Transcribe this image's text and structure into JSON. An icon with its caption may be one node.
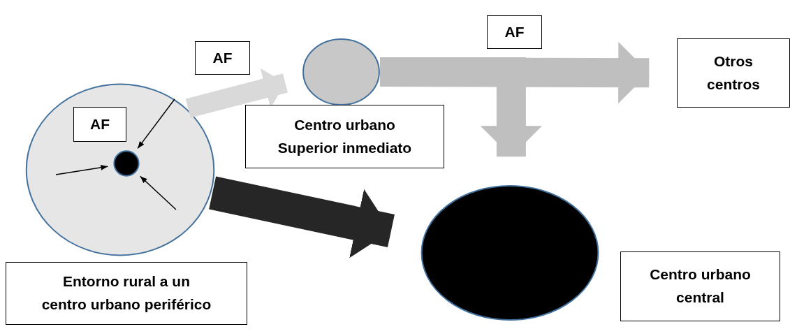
{
  "diagram": {
    "nodes": [
      {
        "text": [],
        "shape": "circle"
      },
      {
        "text": [
          "AF"
        ],
        "in": 0
      },
      {
        "text": [],
        "shape": "circle",
        "in": 0
      },
      {
        "text": [
          "AF"
        ]
      },
      {
        "text": [],
        "shape": "circle"
      },
      {
        "text": [
          "Centro urbano Superior inmediato"
        ]
      },
      {
        "text": [
          "AF"
        ]
      },
      {
        "text": [
          "Otros centros"
        ]
      },
      {
        "text": [],
        "shape": "circle"
      },
      {
        "text": [
          "Centro urbano central"
        ]
      },
      {
        "text": [
          "Entorno rural a un centro urbano periférico"
        ]
      }
    ],
    "edges": [
      {
        "from": null,
        "to": 2,
        "arrow": "to"
      },
      {
        "from": null,
        "to": 2,
        "arrow": "to"
      },
      {
        "from": null,
        "to": 2,
        "arrow": "to"
      },
      {
        "from": 0,
        "to": 4,
        "arrow": "to",
        "color": "#d9d9d9"
      },
      {
        "from": 4,
        "to": 7,
        "arrow": "to",
        "color": "#bfbfbf"
      },
      {
        "from": 4,
        "to": 8,
        "arrow": "to",
        "color": "#bfbfbf"
      },
      {
        "from": 0,
        "to": 8,
        "arrow": "to",
        "color": "#262626"
      }
    ]
  }
}
